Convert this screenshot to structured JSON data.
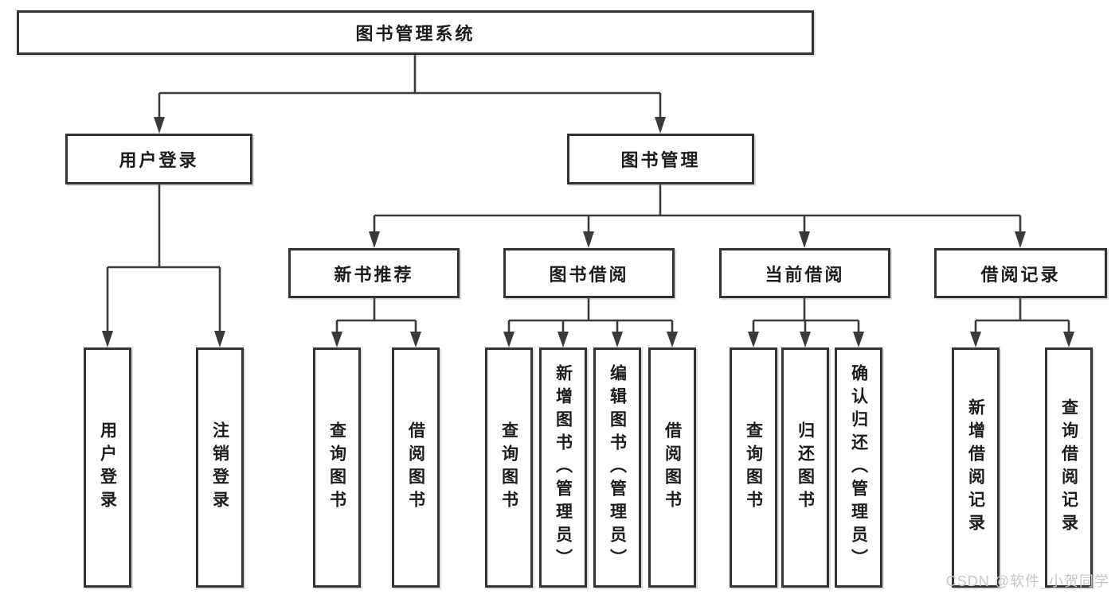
{
  "colors": {
    "line": "#3a3a3a",
    "border": "#333333",
    "text": "#1c1c1c",
    "watermark": "#c6c6c6",
    "background": "#ffffff"
  },
  "diagram": {
    "root": {
      "label": "图书管理系统"
    },
    "branches": [
      {
        "label": "用户登录",
        "children": [
          {
            "label": "用户登录"
          },
          {
            "label": "注销登录"
          }
        ]
      },
      {
        "label": "图书管理",
        "children": [
          {
            "label": "新书推荐",
            "children": [
              {
                "label": "查询图书"
              },
              {
                "label": "借阅图书"
              }
            ]
          },
          {
            "label": "图书借阅",
            "children": [
              {
                "label": "查询图书"
              },
              {
                "label": "新增图书（管理员）"
              },
              {
                "label": "编辑图书（管理员）"
              },
              {
                "label": "借阅图书"
              }
            ]
          },
          {
            "label": "当前借阅",
            "children": [
              {
                "label": "查询图书"
              },
              {
                "label": "归还图书"
              },
              {
                "label": "确认归还（管理员）"
              }
            ]
          },
          {
            "label": "借阅记录",
            "children": [
              {
                "label": "新增借阅记录"
              },
              {
                "label": "查询借阅记录"
              }
            ]
          }
        ]
      }
    ]
  },
  "watermark": {
    "text": "CSDN @软件_小贺同学"
  }
}
